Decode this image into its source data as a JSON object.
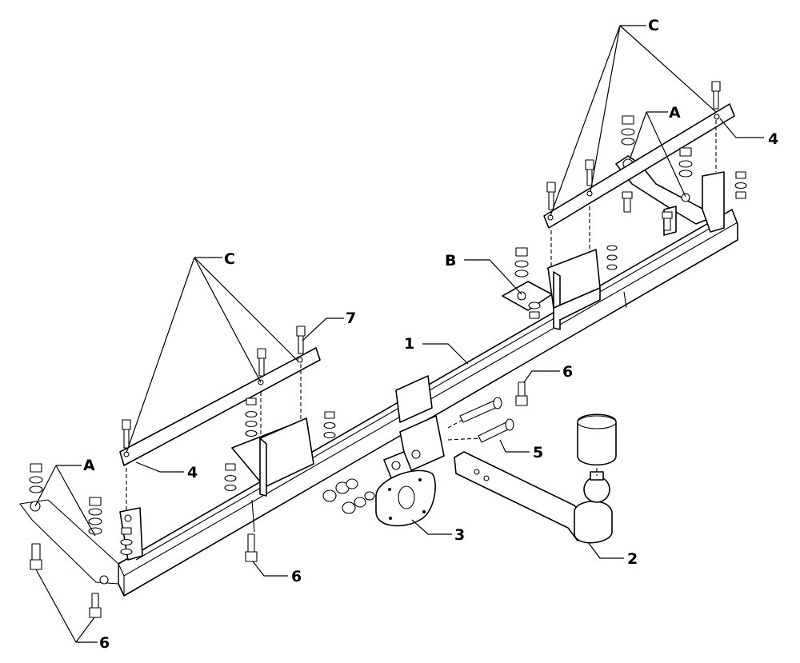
{
  "callouts": {
    "c_top_right": "C",
    "a_top_right": "A",
    "four_top_right": "4",
    "b_mid": "B",
    "one_beam": "1",
    "seven": "7",
    "c_left": "C",
    "six_mid_right": "6",
    "five_pins": "5",
    "a_left": "A",
    "four_left": "4",
    "three_plate": "3",
    "two_ball": "2",
    "six_bottom_mid": "6",
    "six_bottom_left": "6"
  },
  "colors": {
    "line": "#000000",
    "background": "#ffffff"
  }
}
